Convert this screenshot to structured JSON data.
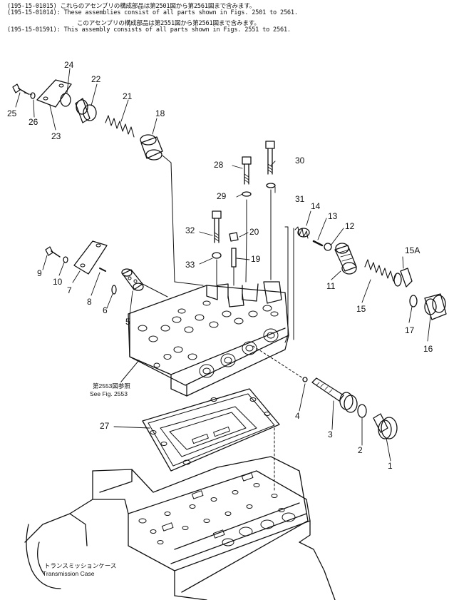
{
  "header": {
    "line1": "(195-15-01015) これらのアセンブリの構成部品は第2501図から第2561図まで含みます。",
    "line2": "(195-15-01014): These assemblies consist of all parts shown in Figs. 2501 to 2561.",
    "line3": "このアセンブリの構成部品は第2551図から第2561図まで含みます。",
    "line4": "(195-15-01591): This assembly consists of all parts shown in Figs. 2551 to 2561."
  },
  "callouts": [
    "1",
    "2",
    "3",
    "4",
    "5",
    "6",
    "7",
    "8",
    "9",
    "10",
    "11",
    "12",
    "13",
    "14",
    "15",
    "15A",
    "16",
    "17",
    "18",
    "19",
    "20",
    "21",
    "22",
    "23",
    "24",
    "25",
    "26",
    "27",
    "28",
    "29",
    "30",
    "31",
    "32",
    "33"
  ],
  "notes": {
    "see_fig_jp": "第2553図参照",
    "see_fig_en": "See Fig. 2553",
    "case_jp": "トランスミッションケース",
    "case_en": "Transmission Case"
  },
  "colors": {
    "ink": "#111111",
    "paper": "#ffffff"
  }
}
